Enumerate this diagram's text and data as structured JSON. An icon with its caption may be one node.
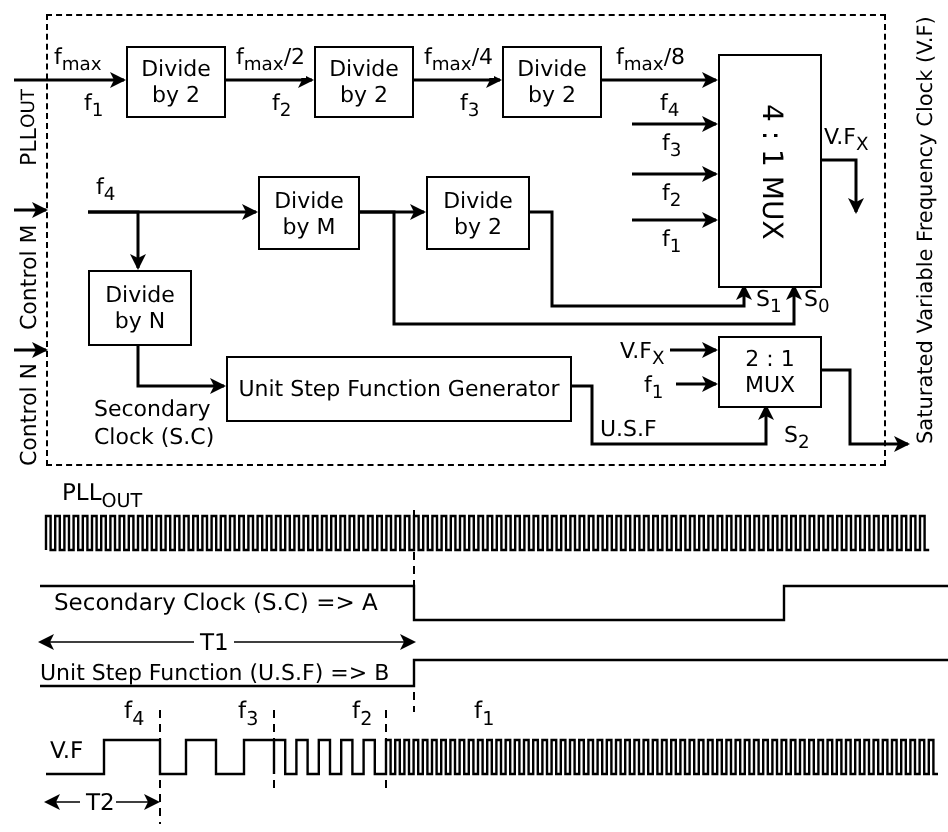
{
  "diagram": {
    "nodes": [
      {
        "text": [],
        "shape": "box"
      },
      {
        "text": [
          "Divide by 2"
        ],
        "in": 0
      },
      {
        "text": [
          "Divide by 2"
        ],
        "in": 0
      },
      {
        "text": [
          "Divide by 2"
        ],
        "in": 0
      },
      {
        "text": [
          "4 : 1 MUX"
        ],
        "in": 0
      },
      {
        "text": [
          "Divide by M"
        ],
        "in": 0
      },
      {
        "text": [
          "Divide by 2"
        ],
        "in": 0
      },
      {
        "text": [
          "Divide by N"
        ],
        "in": 0
      },
      {
        "text": [
          "Unit Step Function Generator"
        ],
        "in": 0
      },
      {
        "text": [
          "2 : 1 MUX"
        ],
        "in": 0
      },
      {
        "text": [
          "PLL$_{OUT}$"
        ]
      },
      {
        "text": [
          "Control M"
        ]
      },
      {
        "text": [
          "Control N"
        ]
      },
      {
        "text": [
          "Saturated Variable Frequency Clock (V.F)"
        ]
      }
    ],
    "edges": [
      {
        "from": 10,
        "to": 1,
        "arrow": "to",
        "label": "f$_{max}$"
      },
      {
        "from": 1,
        "to": 2,
        "arrow": "to",
        "label": "f$_{max}$/2"
      },
      {
        "from": 2,
        "to": 3,
        "arrow": "to",
        "label": "f$_{max}$/4"
      },
      {
        "from": 3,
        "to": 4,
        "arrow": "to",
        "label": "f$_{max}$/8"
      },
      {
        "from": null,
        "to": 4,
        "arrow": "to",
        "label": "f$_{3}$"
      },
      {
        "from": null,
        "to": 4,
        "arrow": "to",
        "label": "f$_{2}$"
      },
      {
        "from": null,
        "to": 4,
        "arrow": "to",
        "label": "f$_{1}$"
      },
      {
        "from": 4,
        "to": null,
        "arrow": "to",
        "label": "V.F$_{X}$"
      },
      {
        "from": 11,
        "to": 0,
        "arrow": "to"
      },
      {
        "from": 12,
        "to": 0,
        "arrow": "to"
      },
      {
        "from": null,
        "to": 5,
        "arrow": "to",
        "label": "f$_{4}$"
      },
      {
        "from": null,
        "to": 7,
        "arrow": "to"
      },
      {
        "from": 5,
        "to": 6,
        "arrow": "to"
      },
      {
        "from": 5,
        "to": 4,
        "arrow": "to",
        "label": "S$_{0}$"
      },
      {
        "from": 6,
        "to": 4,
        "arrow": "to",
        "label": "S$_{1}$"
      },
      {
        "from": 7,
        "to": 8,
        "arrow": "to",
        "label": "Secondary Clock (S.C)"
      },
      {
        "from": null,
        "to": 9,
        "arrow": "to",
        "label": "V.F$_{X}$"
      },
      {
        "from": null,
        "to": 9,
        "arrow": "to",
        "label": "f$_{1}$"
      },
      {
        "from": 8,
        "to": 9,
        "arrow": "to",
        "label": "U.S.F"
      },
      {
        "from": 9,
        "to": 13,
        "arrow": "to"
      }
    ],
    "labels": [
      "f$_{1}$",
      "f$_{2}$",
      "f$_{3}$",
      "f$_{4}$",
      "S$_{2}$",
      "PLL$_{OUT}$",
      "Secondary Clock (S.C) => A",
      "T1",
      "Unit Step Function (U.S.F) => B",
      "f$_{4}$",
      "f$_{3}$",
      "f$_{2}$",
      "f$_{1}$",
      "V.F",
      "T2"
    ]
  }
}
